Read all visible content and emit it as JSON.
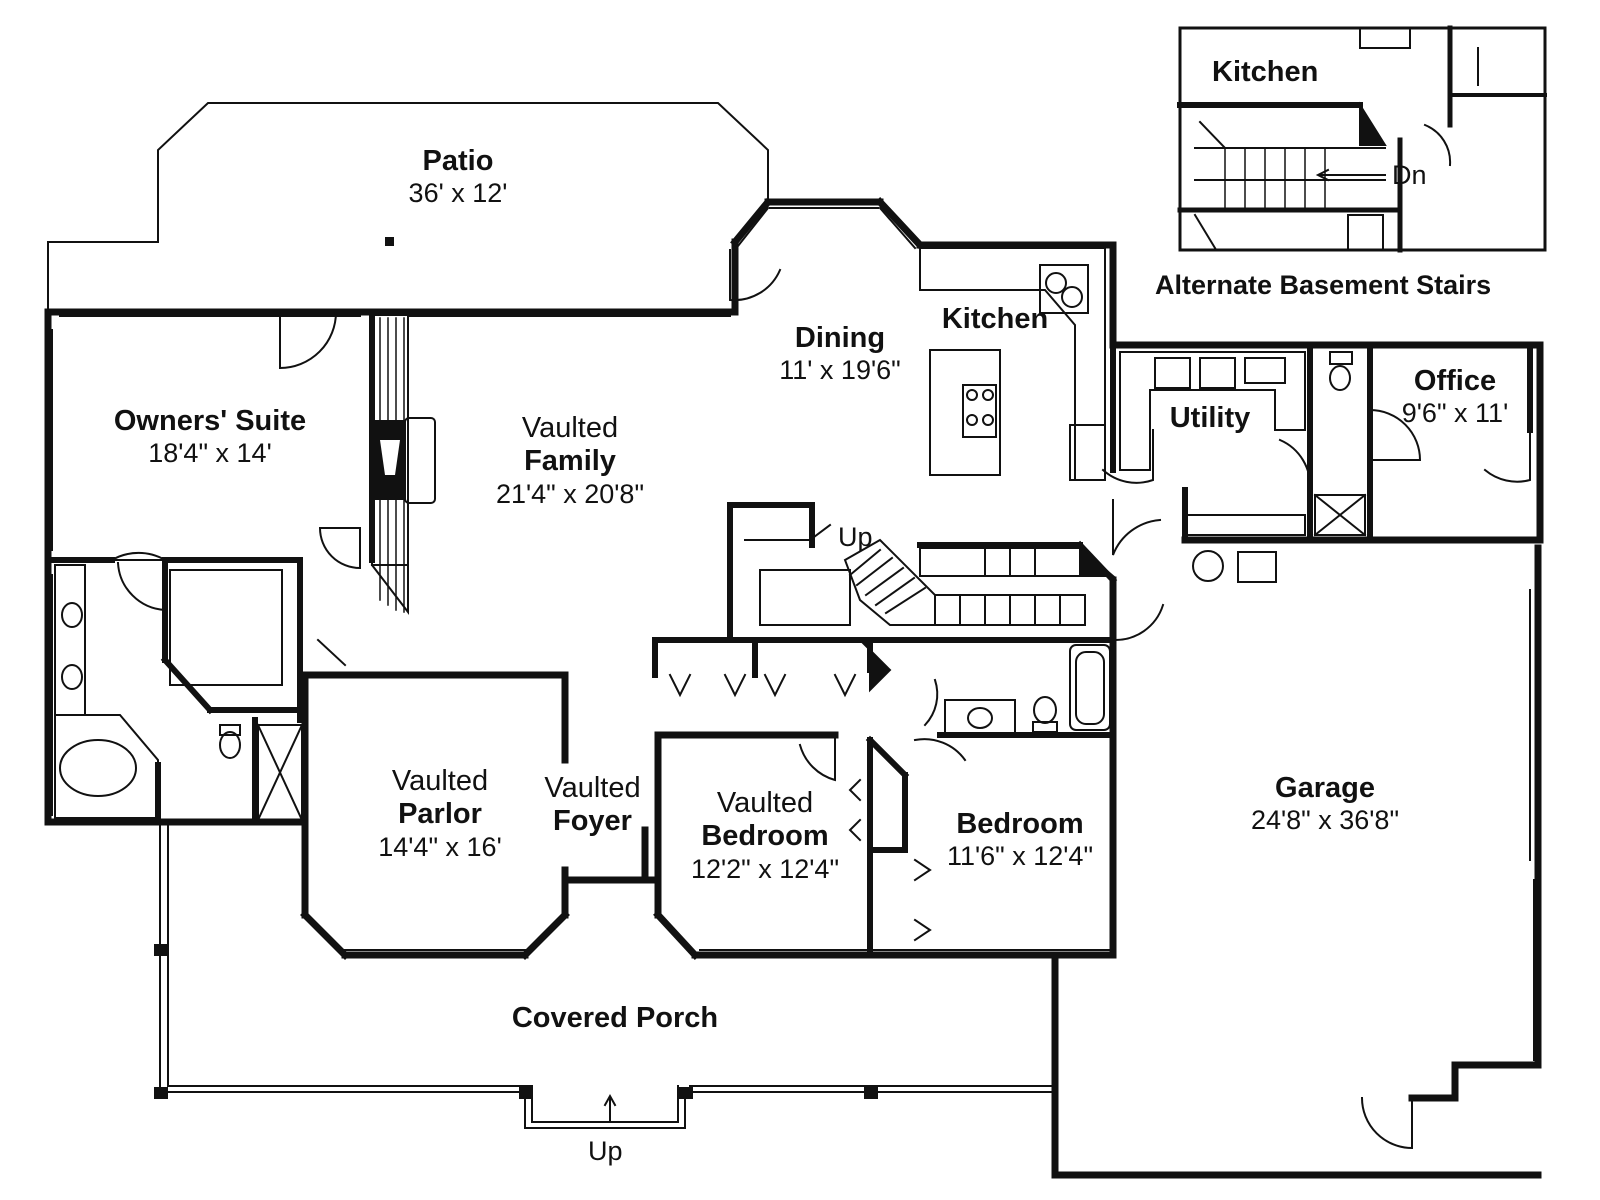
{
  "rooms": {
    "patio": {
      "name": "Patio",
      "dims": "36' x 12'"
    },
    "owners_suite": {
      "name": "Owners' Suite",
      "dims": "18'4\" x 14'"
    },
    "family": {
      "qualifier": "Vaulted",
      "name": "Family",
      "dims": "21'4\" x 20'8\""
    },
    "dining": {
      "name": "Dining",
      "dims": "11' x 19'6\""
    },
    "kitchen": {
      "name": "Kitchen"
    },
    "utility": {
      "name": "Utility"
    },
    "office": {
      "name": "Office",
      "dims": "9'6\" x 11'"
    },
    "parlor": {
      "qualifier": "Vaulted",
      "name": "Parlor",
      "dims": "14'4\" x 16'"
    },
    "foyer": {
      "qualifier": "Vaulted",
      "name": "Foyer"
    },
    "vaulted_bedroom": {
      "qualifier": "Vaulted",
      "name": "Bedroom",
      "dims": "12'2\" x 12'4\""
    },
    "bedroom": {
      "name": "Bedroom",
      "dims": "11'6\" x 12'4\""
    },
    "garage": {
      "name": "Garage",
      "dims": "24'8\" x 36'8\""
    },
    "covered_porch": {
      "name": "Covered Porch"
    }
  },
  "stair_labels": {
    "interior_up": "Up",
    "porch_up": "Up"
  },
  "inset": {
    "kitchen": "Kitchen",
    "down": "Dn",
    "caption": "Alternate Basement Stairs"
  }
}
